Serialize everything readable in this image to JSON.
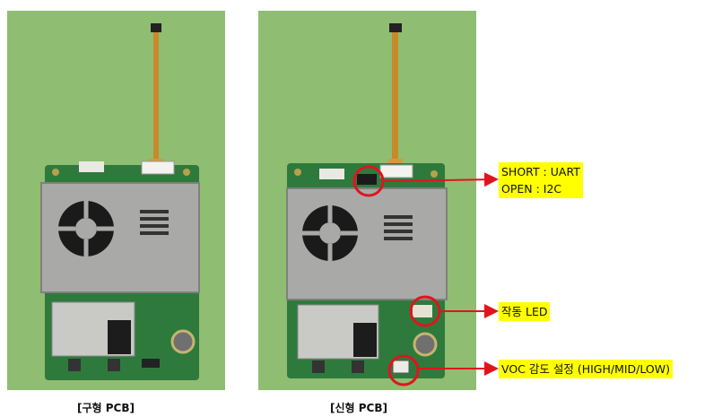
{
  "captions": {
    "old_pcb": "[구형 PCB]",
    "new_pcb": "[신형 PCB]"
  },
  "annotations": {
    "mode_line1": "SHORT : UART",
    "mode_line2": "OPEN : I2C",
    "led": "작동 LED",
    "voc": "VOC 감도 설정 (HIGH/MID/LOW)"
  },
  "colors": {
    "highlight": "#ffff00",
    "marker": "#e0141e",
    "board": "#2e7a3c",
    "photo_bg": "#8fbd72"
  }
}
